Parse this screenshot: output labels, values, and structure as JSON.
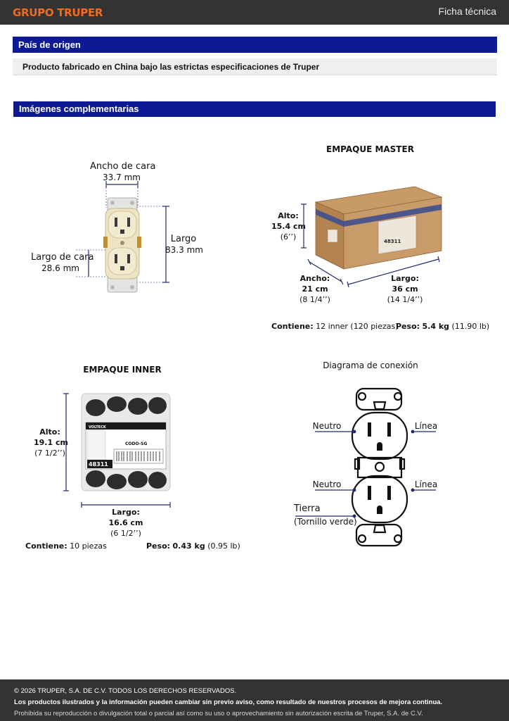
{
  "header": {
    "brand": "GRUPO TRUPER",
    "doc_type": "Ficha técnica"
  },
  "origin": {
    "title": "País de origen",
    "text": "Producto fabricado en China bajo las estrictas especificaciones de Truper"
  },
  "images": {
    "title": "Imágenes complementarias",
    "outlet": {
      "face_width_label": "Ancho de cara",
      "face_width_value": "33.7 mm",
      "length_label": "Largo",
      "length_value": "83.3 mm",
      "face_length_label": "Largo de cara",
      "face_length_value": "28.6 mm"
    },
    "master": {
      "title": "EMPAQUE MASTER",
      "height_label": "Alto:",
      "height_cm": "15.4 cm",
      "height_in": "(6’’)",
      "width_label": "Ancho:",
      "width_cm": "21 cm",
      "width_in": "(8 1/4’’)",
      "length_label": "Largo:",
      "length_cm": "36 cm",
      "length_in": "(14 1/4’’)",
      "contains_label": "Contiene:",
      "contains_value": "12 inner (120 piezas)",
      "weight_label": "Peso:",
      "weight_value": "5.4 kg",
      "weight_lb": "(11.90 lb)",
      "box_code": "48311"
    },
    "inner": {
      "title": "EMPAQUE INNER",
      "height_label": "Alto:",
      "height_cm": "19.1 cm",
      "height_in": "(7 1/2’’)",
      "length_label": "Largo:",
      "length_cm": "16.6 cm",
      "length_in": "(6 1/2’’)",
      "contains_label": "Contiene:",
      "contains_value": "10 piezas",
      "weight_label": "Peso:",
      "weight_value": "0.43 kg",
      "weight_lb": "(0.95 lb)",
      "pack_brand": "VOLTECK",
      "pack_model": "CODO-SG",
      "pack_code": "48311"
    },
    "diagram": {
      "title": "Diagrama de conexión",
      "neutral_top": "Neutro",
      "line_top": "Línea",
      "neutral_bottom": "Neutro",
      "line_bottom": "Línea",
      "ground": "Tierra",
      "ground_note": "(Tornillo verde)"
    }
  },
  "footer": {
    "copyright": "© 2026 TRUPER, S.A. DE C.V. TODOS LOS DERECHOS RESERVADOS.",
    "notice": "Los productos ilustrados y la información pueden cambiar sin previo aviso, como resultado de nuestros procesos de mejora continua.",
    "prohibition": "Prohibida su reproducción o divulgación total o parcial así como su uso o aprovechamiento sin autorización escrita de Truper, S.A. de C.V."
  },
  "colors": {
    "brand_orange": "#f26a21",
    "section_blue": "#0e1a94",
    "header_gray": "#333333",
    "dimension_navy": "#1f2a6e"
  }
}
